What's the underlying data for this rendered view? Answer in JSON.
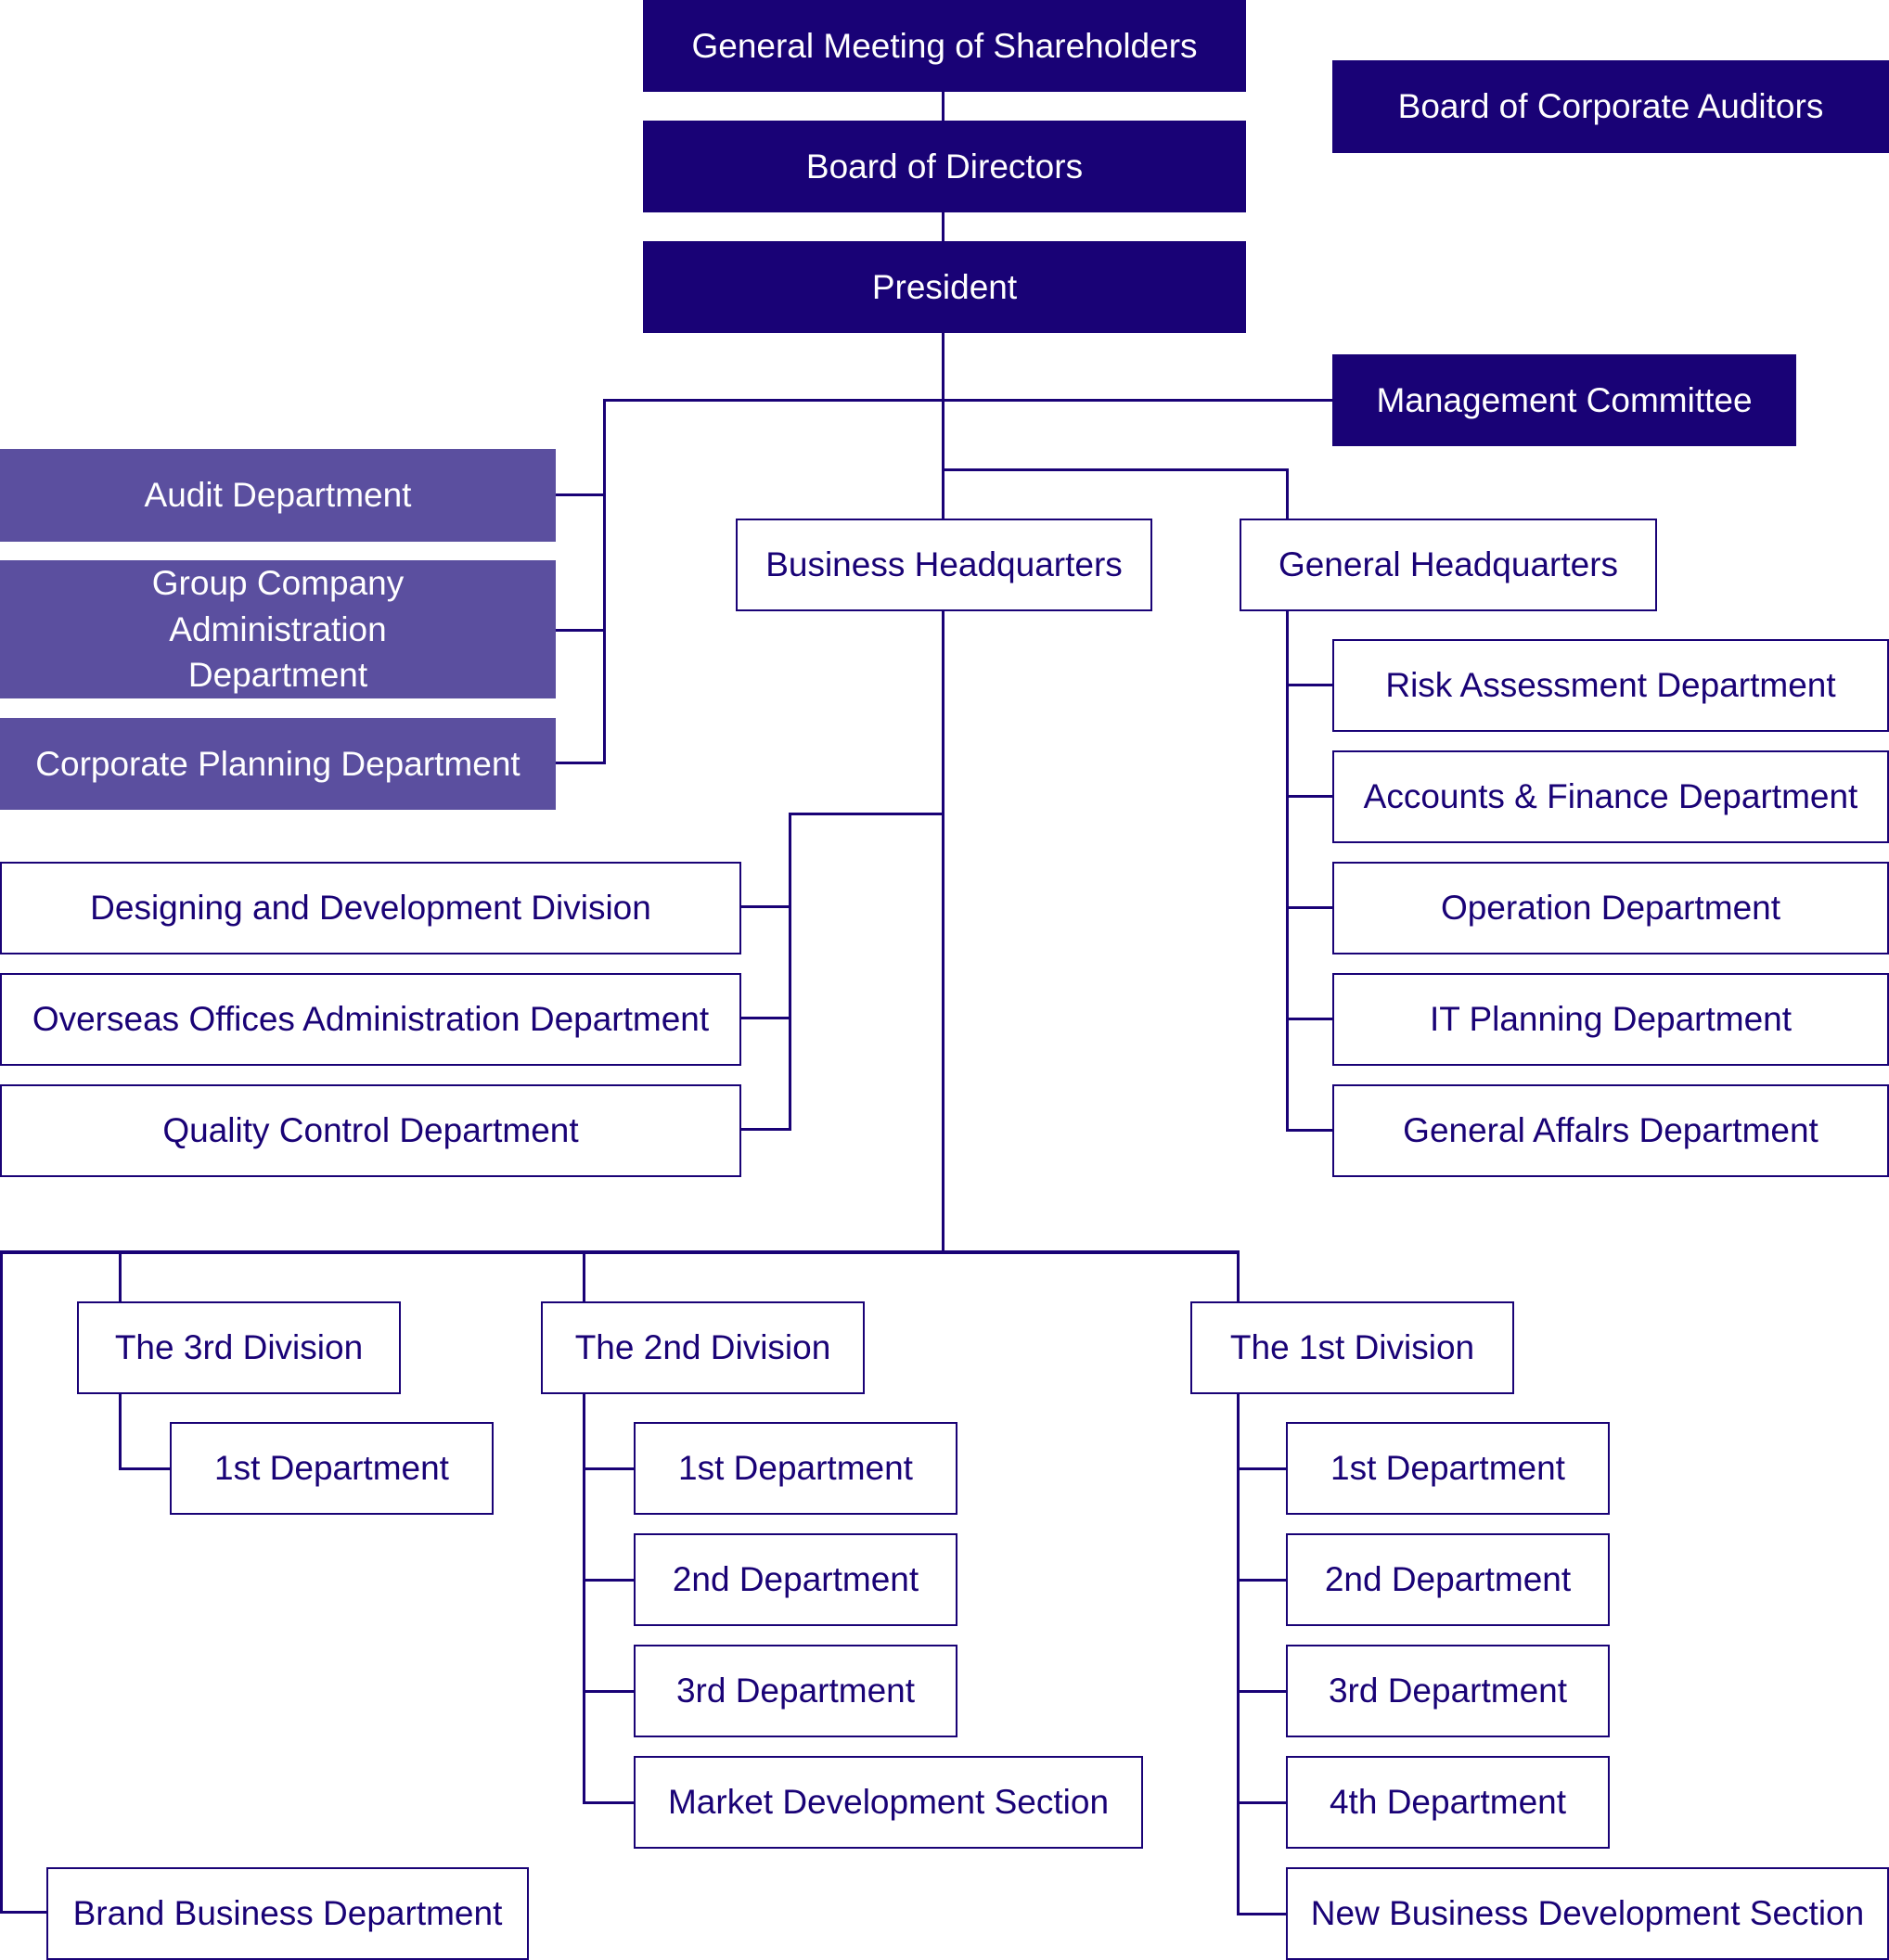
{
  "colors": {
    "primary": "#190276",
    "secondary": "#5b4f9f",
    "background": "#ffffff"
  },
  "chart": {
    "top": {
      "shareholders": "General Meeting of Shareholders",
      "directors": "Board of Directors",
      "president": "President",
      "auditors": "Board of Corporate Auditors",
      "management_committee": "Management Committee"
    },
    "staff_departments": [
      "Audit Department",
      "Group Company Administration Department",
      "Corporate Planning Department"
    ],
    "business_hq": {
      "label": "Business Headquarters",
      "departments": [
        "Designing and Development Division",
        "Overseas Offices Administration Department",
        "Quality Control Department"
      ]
    },
    "general_hq": {
      "label": "General Headquarters",
      "departments": [
        "Risk Assessment Department",
        "Accounts & Finance Department",
        "Operation Department",
        "IT Planning Department",
        "General Affalrs Department"
      ]
    },
    "divisions": {
      "third": {
        "label": "The 3rd Division",
        "departments": [
          "1st Department"
        ]
      },
      "second": {
        "label": "The 2nd Division",
        "departments": [
          "1st Department",
          "2nd Department",
          "3rd Department",
          "Market Development Section"
        ]
      },
      "first": {
        "label": "The 1st Division",
        "departments": [
          "1st Department",
          "2nd Department",
          "3rd Department",
          "4th Department",
          "New Business Development Section"
        ]
      }
    },
    "brand": "Brand Business Department"
  }
}
